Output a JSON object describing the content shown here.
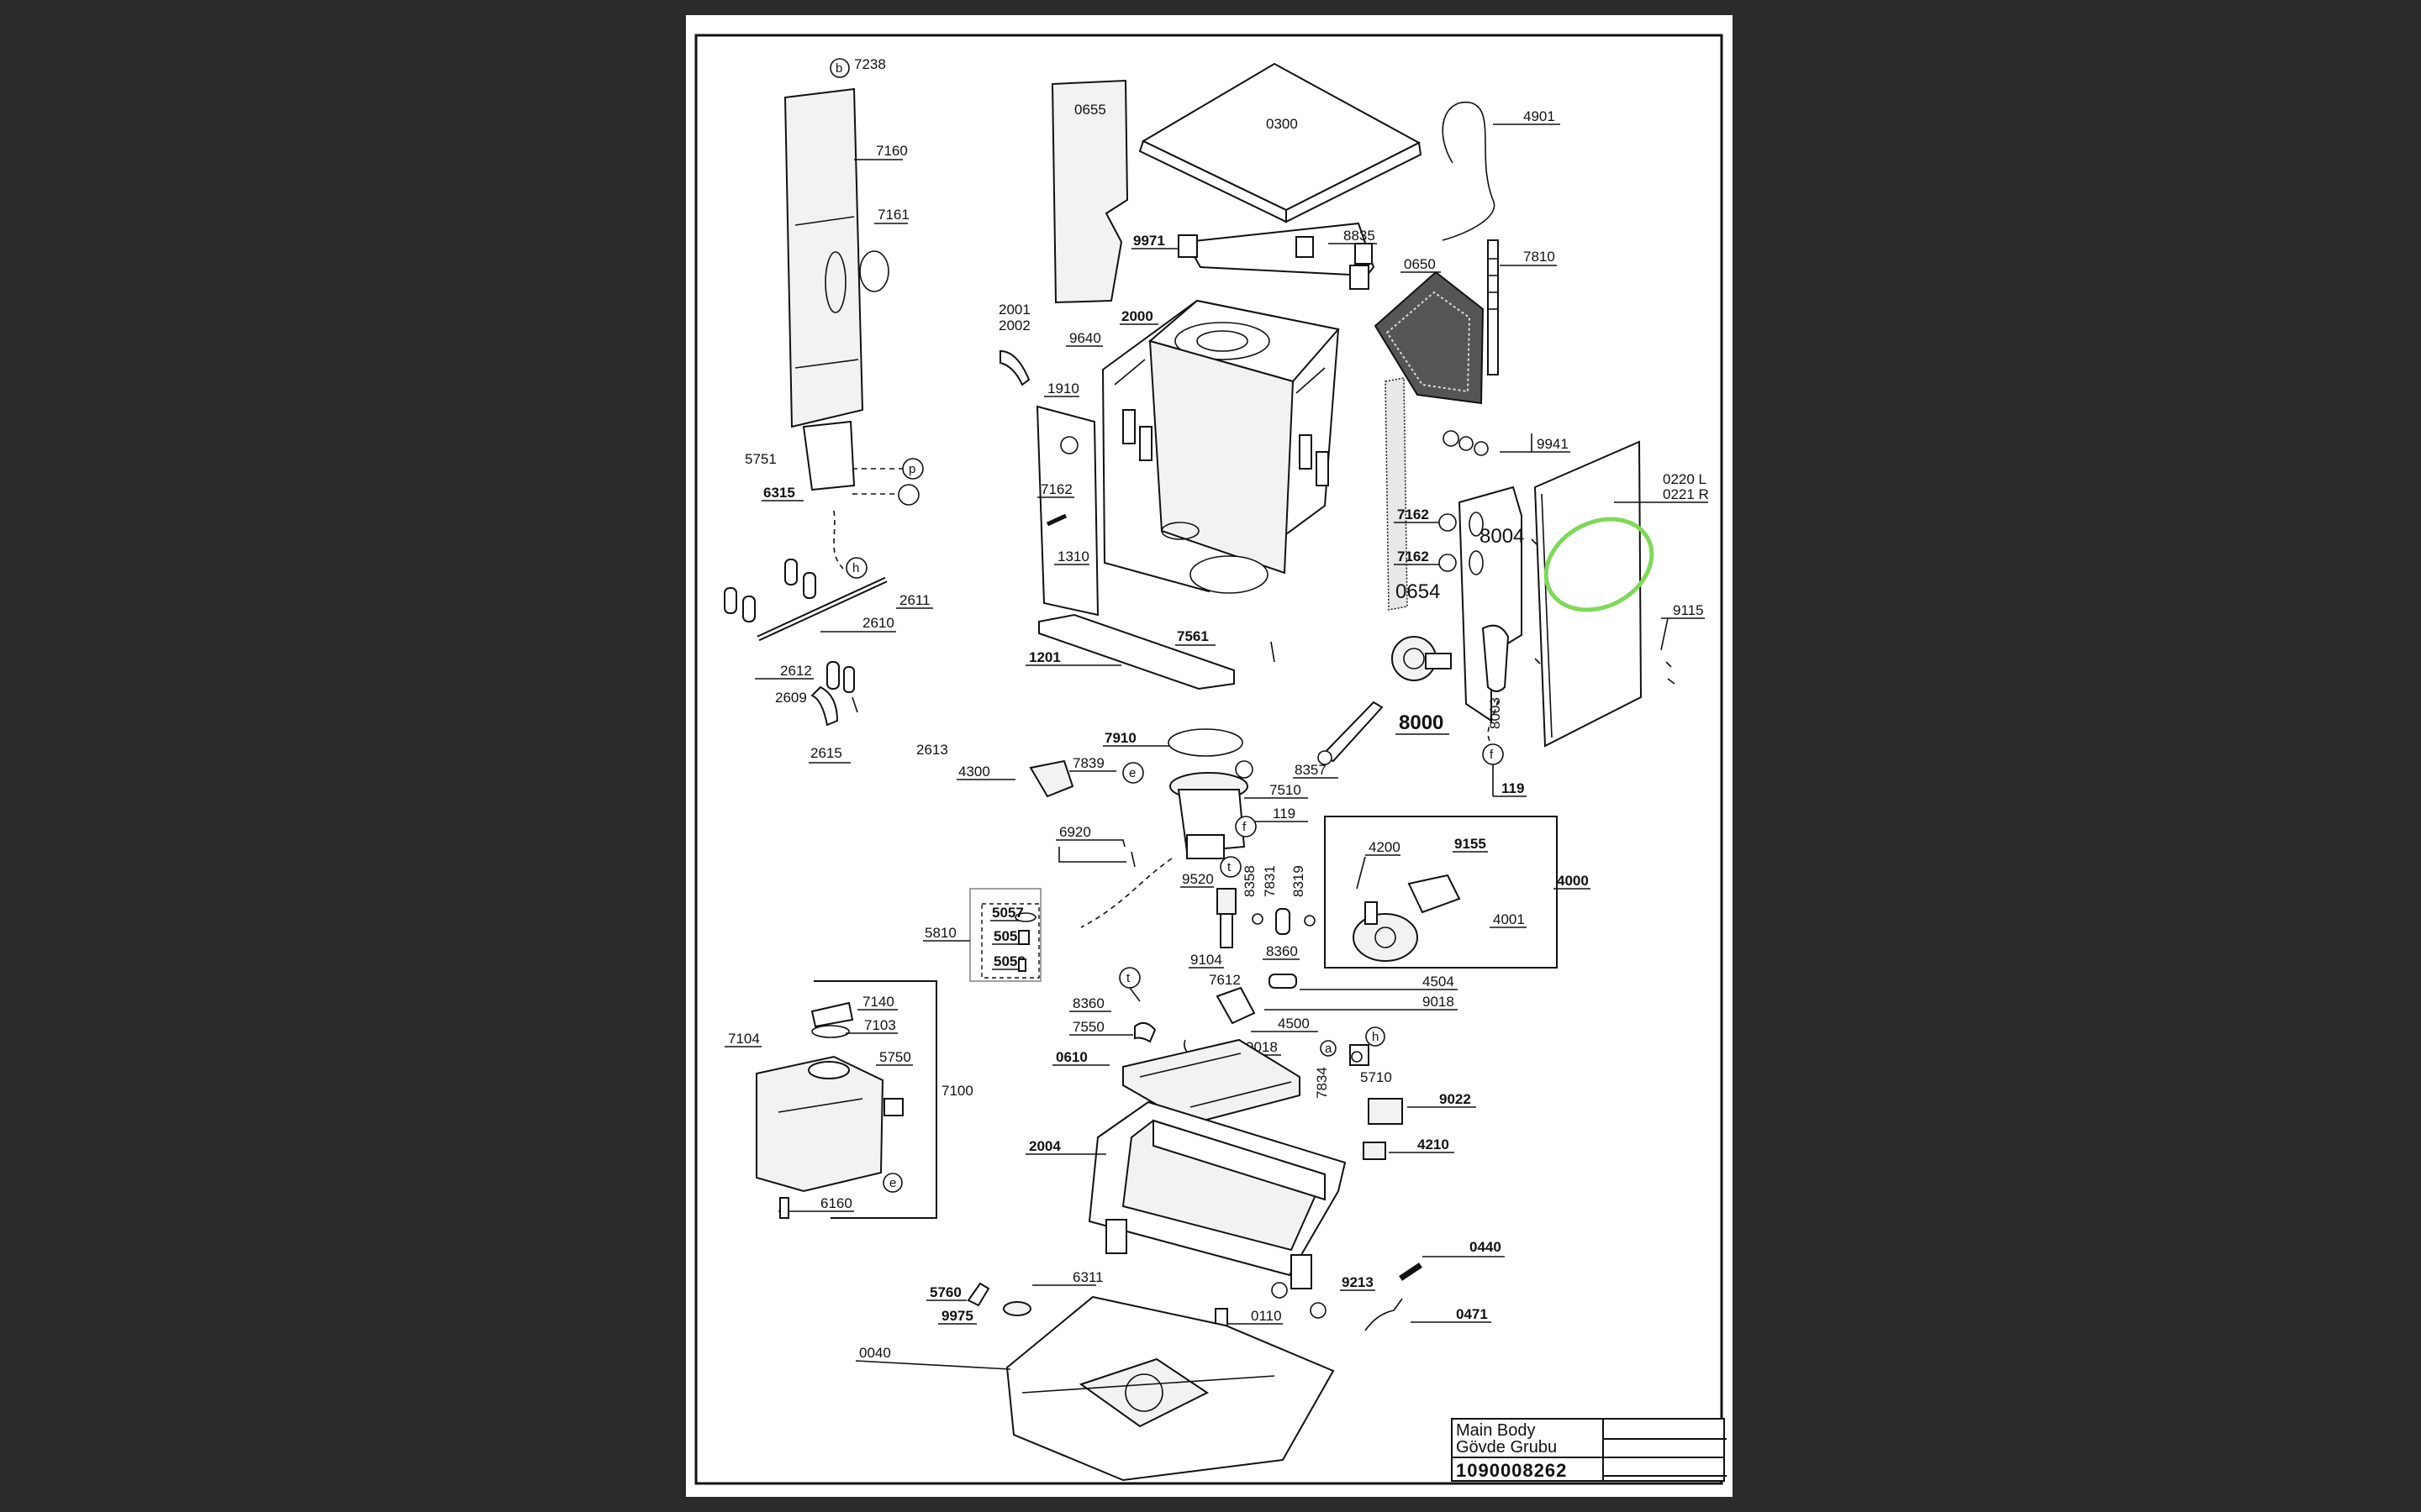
{
  "title_block": {
    "name_en": "Main Body",
    "name_tr": "Gövde Grubu",
    "number": "1090008262"
  },
  "highlight_color": "#7ed957",
  "labels": {
    "p7238": "7238",
    "p7160": "7160",
    "p7161": "7161",
    "p5751": "5751",
    "p6315": "6315",
    "p2611": "2611",
    "p2610": "2610",
    "p2612": "2612",
    "p2609": "2609",
    "p2615": "2615",
    "p2613": "2613",
    "p0655": "0655",
    "p0300": "0300",
    "p4901": "4901",
    "p9971": "9971",
    "p8835": "8835",
    "p0650": "0650",
    "p7810": "7810",
    "p2001": "2001",
    "p2002": "2002",
    "p2000": "2000",
    "p9640": "9640",
    "p1910": "1910",
    "p7162a": "7162",
    "p1310": "1310",
    "p1201": "1201",
    "p7561": "7561",
    "p9941": "9941",
    "p0220": "0220 L",
    "p0221": "0221 R",
    "p7162b": "7162",
    "p7162c": "7162",
    "p8004": "8004",
    "p0654": "0654",
    "p9115": "9115",
    "p8000": "8000",
    "p8003": "8003",
    "p119a": "119",
    "p7910": "7910",
    "p7839": "7839",
    "p8357": "8357",
    "p4300": "4300",
    "p7510": "7510",
    "p119b": "119",
    "p6920": "6920",
    "p9520": "9520",
    "p8358": "8358",
    "p7831": "7831",
    "p8319": "8319",
    "p4200": "4200",
    "p9155": "9155",
    "p4000": "4000",
    "p4001": "4001",
    "p5057": "5057",
    "p5056": "5056",
    "p5058": "5058",
    "p5810": "5810",
    "p9104": "9104",
    "p8360a": "8360",
    "p7612": "7612",
    "p4504": "4504",
    "p9018a": "9018",
    "p8360b": "8360",
    "p7550": "7550",
    "p4500": "4500",
    "p9018b": "9018",
    "p7834": "7834",
    "p5710": "5710",
    "p7140": "7140",
    "p7103": "7103",
    "p7104": "7104",
    "p5750": "5750",
    "p7100": "7100",
    "p6160": "6160",
    "p0610": "0610",
    "p9022": "9022",
    "p2004": "2004",
    "p4210": "4210",
    "p0440": "0440",
    "p5760": "5760",
    "p6311": "6311",
    "p9213": "9213",
    "p9975": "9975",
    "p0110": "0110",
    "p0471": "0471",
    "p0040": "0040"
  },
  "callouts": {
    "b": "b",
    "p": "p",
    "h1": "h",
    "e1": "e",
    "f1": "f",
    "f2": "f",
    "t1": "t",
    "t2": "t",
    "a": "a",
    "h2": "h",
    "e2": "e"
  }
}
